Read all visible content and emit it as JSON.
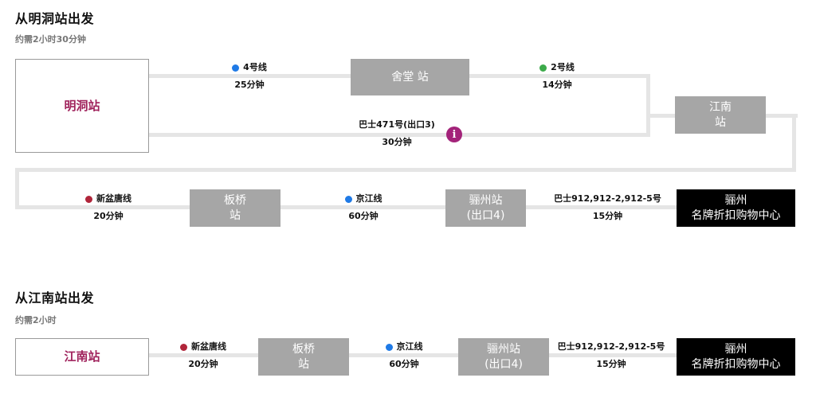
{
  "colors": {
    "line4": "#1f7ae6",
    "line2": "#3caa4a",
    "sinbundang": "#b0253a",
    "gyeonggang": "#1f7ae6",
    "info": "#a3237a",
    "origin_text": "#a0235c"
  },
  "route1": {
    "title": "从明洞站出发",
    "subtitle": "约需2小时30分钟",
    "origin": "明洞站",
    "seg_line4": {
      "line": "4号线",
      "time": "25分钟"
    },
    "sadang": "舍堂 站",
    "seg_line2": {
      "line": "2号线",
      "time": "14分钟"
    },
    "gangnam_l1": "江南",
    "gangnam_l2": "站",
    "seg_bus": {
      "line": "巴士471号(出口3)",
      "time": "30分钟"
    },
    "info_icon": "info-icon",
    "seg_sinbundang": {
      "line": "新盆唐线",
      "time": "20分钟"
    },
    "pangyo_l1": "板桥",
    "pangyo_l2": "站",
    "seg_gyeonggang": {
      "line": "京江线",
      "time": "60分钟"
    },
    "yeoju_l1": "骊州站",
    "yeoju_l2": "(出口4)",
    "seg_bus2": {
      "line": "巴士912,912-2,912-5号",
      "time": "15分钟"
    },
    "dest_l1": "骊州",
    "dest_l2": "名牌折扣购物中心"
  },
  "route2": {
    "title": "从江南站出发",
    "subtitle": "约需2小时",
    "origin": "江南站",
    "seg_sinbundang": {
      "line": "新盆唐线",
      "time": "20分钟"
    },
    "pangyo_l1": "板桥",
    "pangyo_l2": "站",
    "seg_gyeonggang": {
      "line": "京江线",
      "time": "60分钟"
    },
    "yeoju_l1": "骊州站",
    "yeoju_l2": "(出口4)",
    "seg_bus2": {
      "line": "巴士912,912-2,912-5号",
      "time": "15分钟"
    },
    "dest_l1": "骊州",
    "dest_l2": "名牌折扣购物中心"
  }
}
